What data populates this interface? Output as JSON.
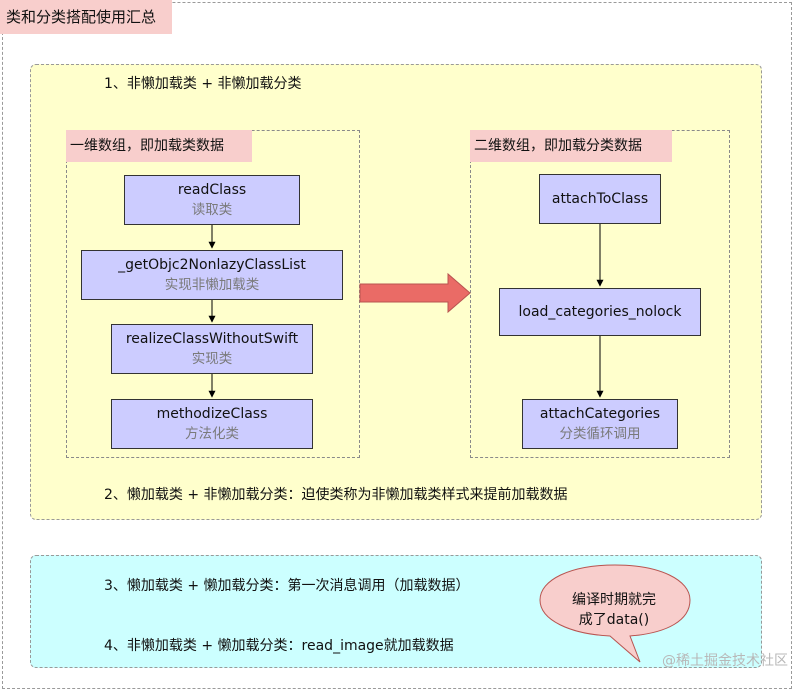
{
  "page_title": "类和分类搭配使用汇总",
  "yellow_panel": {
    "heading": "1、非懒加载类 + 非懒加载分类",
    "footer": "2、懒加载类 + 非懒加载分类：迫使类称为非懒加载类样式来提前加载数据",
    "left_group": {
      "label": "一维数组，即加载类数据",
      "nodes": [
        {
          "title": "readClass",
          "subtitle": "读取类"
        },
        {
          "title": "_getObjc2NonlazyClassList",
          "subtitle": "实现非懒加载类"
        },
        {
          "title": "realizeClassWithoutSwift",
          "subtitle": "实现类"
        },
        {
          "title": "methodizeClass",
          "subtitle": "方法化类"
        }
      ]
    },
    "right_group": {
      "label": "二维数组，即加载分类数据",
      "nodes": [
        {
          "title": "attachToClass"
        },
        {
          "title": "load_categories_nolock"
        },
        {
          "title": "attachCategories",
          "subtitle": "分类循环调用"
        }
      ]
    }
  },
  "cyan_panel": {
    "line3": "3、懒加载类 + 懒加载分类：第一次消息调用（加载数据）",
    "line4": "4、非懒加载类 + 懒加载分类：read_image就加载数据",
    "note_line1": "编译时期就完",
    "note_line2": "成了data()"
  },
  "watermark": "@稀土掘金技术社区",
  "colors": {
    "yellow_panel": "#ffffcc",
    "cyan_panel": "#ccffff",
    "label_pink": "#f8cecc",
    "node_fill": "#ccccff",
    "arrow_fill": "#ea6b66",
    "note_fill": "#f8cecc"
  }
}
